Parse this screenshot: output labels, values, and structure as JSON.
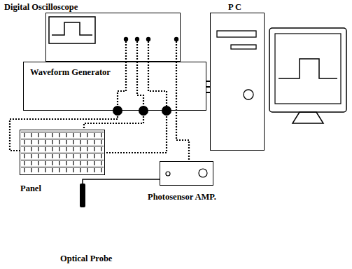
{
  "diagram": {
    "nodes": [
      {
        "text": [
          "Digital Oscilloscope"
        ]
      },
      {
        "text": [
          "Waveform Generator"
        ]
      },
      {
        "text": [
          "P C"
        ]
      },
      {
        "text": [
          "Panel"
        ]
      },
      {
        "text": [
          "Photosensor AMP."
        ]
      },
      {
        "text": [
          "Optical Probe"
        ]
      }
    ],
    "edges": [
      {
        "from": 0,
        "to": 1,
        "arrow": "none"
      },
      {
        "from": 0,
        "to": 1,
        "arrow": "none"
      },
      {
        "from": 0,
        "to": 1,
        "arrow": "none"
      },
      {
        "from": 1,
        "to": 3,
        "arrow": "none"
      },
      {
        "from": 1,
        "to": 3,
        "arrow": "none"
      },
      {
        "from": 1,
        "to": 3,
        "arrow": "none"
      },
      {
        "from": 0,
        "to": 4,
        "arrow": "none"
      },
      {
        "from": 4,
        "to": 5,
        "arrow": "none"
      },
      {
        "from": 1,
        "to": 2,
        "arrow": "none"
      },
      {
        "from": 1,
        "to": 2,
        "arrow": "none"
      },
      {
        "from": 1,
        "to": 2,
        "arrow": "none"
      }
    ]
  }
}
